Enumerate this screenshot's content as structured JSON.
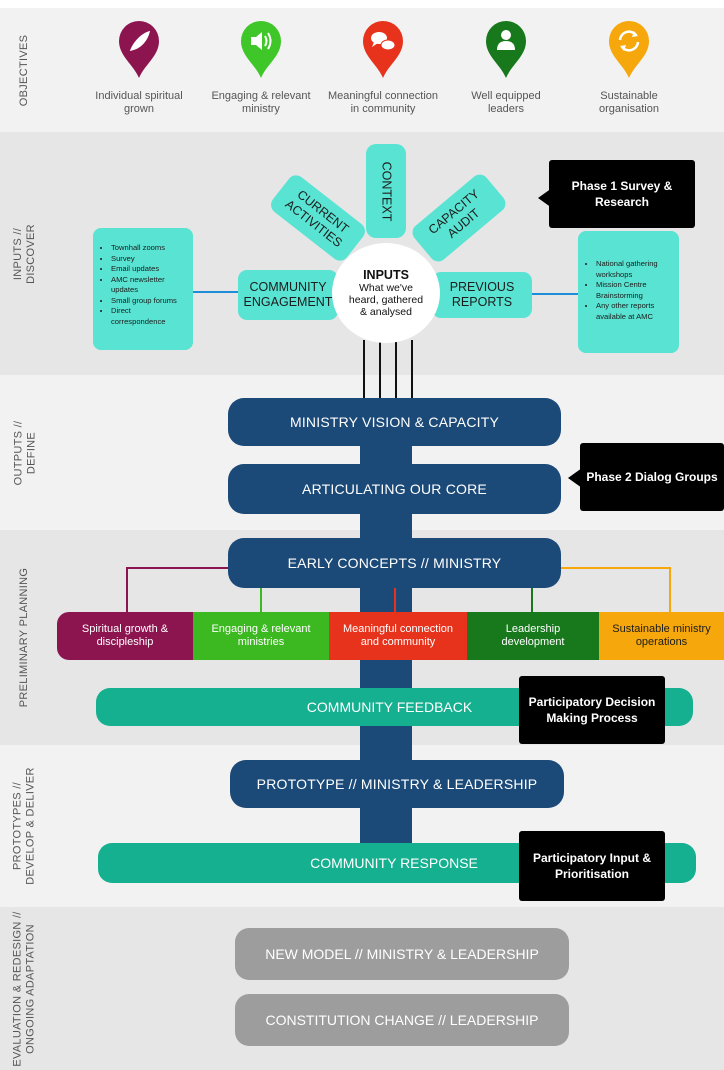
{
  "bands": [
    {
      "id": "objectives",
      "label": "OBJECTIVES"
    },
    {
      "id": "inputs",
      "label": "INPUTS //\nDISCOVER"
    },
    {
      "id": "outputs",
      "label": "OUTPUTS //\nDEFINE"
    },
    {
      "id": "planning",
      "label": "PRELIMINARY PLANNING"
    },
    {
      "id": "prototypes",
      "label": "PROTOTYPES //\nDEVELOP & DELIVER"
    },
    {
      "id": "evaluation",
      "label": "EVALUATION & REDESIGN //\nONGOING ADAPTATION"
    }
  ],
  "objectives": [
    {
      "label": "Individual spiritual\ngrown",
      "color": "#8c1550",
      "icon": "leaf-icon"
    },
    {
      "label": "Engaging & relevant\nministry",
      "color": "#3fc72a",
      "icon": "speaker-icon"
    },
    {
      "label": "Meaningful connection\nin community",
      "color": "#e7321c",
      "icon": "chat-bubbles-icon"
    },
    {
      "label": "Well equipped\nleaders",
      "color": "#17781c",
      "icon": "person-icon"
    },
    {
      "label": "Sustainable\norganisation",
      "color": "#f5a70c",
      "icon": "cycle-arrows-icon"
    }
  ],
  "inputs": {
    "center_title": "INPUTS",
    "center_text": "What we've\nheard, gathered\n& analysed",
    "petals": {
      "current": "CURRENT\nACTIVITIES",
      "context": "CONTEXT",
      "capacity": "CAPACITY\nAUDIT",
      "community": "COMMUNITY\nENGAGEMENT",
      "previous": "PREVIOUS\nREPORTS"
    },
    "left_notes": [
      "Townhall zooms",
      "Survey",
      "Email updates",
      "AMC newsletter updates",
      "Small group forums",
      "Direct correspondence"
    ],
    "right_notes": [
      "National gathering workshops",
      "Mission Centre Brainstorming",
      "Any other reports available at AMC"
    ],
    "phase1": "Phase 1 Survey &\nResearch"
  },
  "outputs": {
    "vision": "MINISTRY VISION & CAPACITY",
    "core": "ARTICULATING OUR CORE",
    "phase2": "Phase 2 Dialog Groups"
  },
  "planning": {
    "early": "EARLY CONCEPTS // MINISTRY",
    "categories": [
      {
        "label": "Spiritual growth &\ndiscipleship",
        "color": "#8c1550"
      },
      {
        "label": "Engaging & relevant\nministries",
        "color": "#3cb820"
      },
      {
        "label": "Meaningful connection\nand community",
        "color": "#e7321c"
      },
      {
        "label": "Leadership\ndevelopment",
        "color": "#17781c"
      },
      {
        "label": "Sustainable ministry\noperations",
        "color": "#f5a70c"
      }
    ],
    "feedback": "COMMUNITY FEEDBACK",
    "decision": "Participatory Decision\nMaking Process"
  },
  "prototypes": {
    "prototype": "PROTOTYPE  // MINISTRY & LEADERSHIP",
    "response": "COMMUNITY RESPONSE",
    "input": "Participatory Input &\nPrioritisation"
  },
  "evaluation": {
    "new_model": "NEW MODEL  // MINISTRY & LEADERSHIP",
    "constitution": "CONSTITUTION CHANGE // LEADERSHIP"
  }
}
